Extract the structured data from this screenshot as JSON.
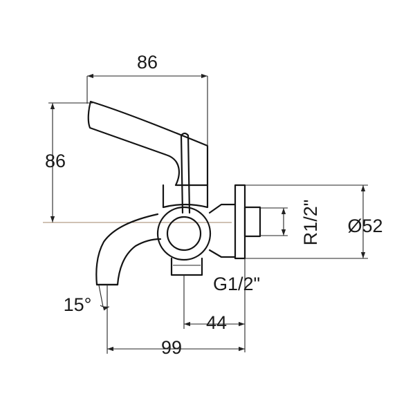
{
  "diagram": {
    "colors": {
      "outline": "#141414",
      "dimension_line": "#222222",
      "centerline": "#a0856a",
      "background": "#ffffff"
    },
    "dimensions": {
      "width_top": "86",
      "height_left": "86",
      "inlet_thread": "R1/2\"",
      "flange_diameter": "Ø52",
      "outlet_thread": "G1/2\"",
      "outlet_offset": "44",
      "overall_length": "99",
      "spout_angle": "15°"
    }
  }
}
